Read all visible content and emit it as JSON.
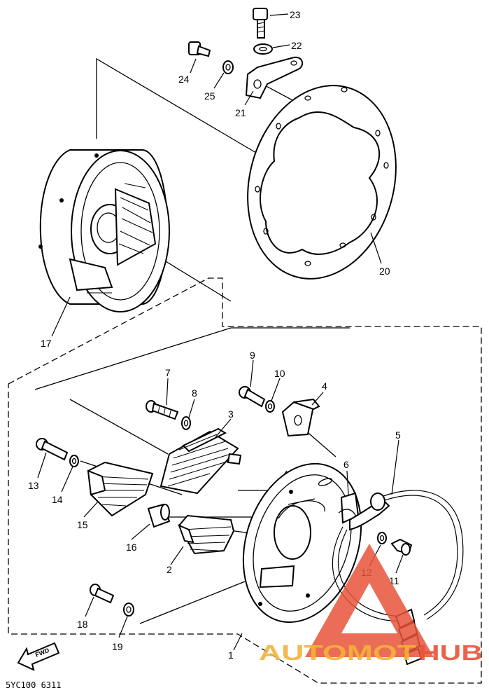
{
  "callouts": {
    "c1": "1",
    "c2": "2",
    "c3": "3",
    "c4": "4",
    "c5": "5",
    "c6": "6",
    "c7": "7",
    "c8": "8",
    "c9": "9",
    "c10": "10",
    "c11": "11",
    "c12": "12",
    "c13": "13",
    "c14": "14",
    "c15": "15",
    "c16": "16",
    "c17": "17",
    "c18": "18",
    "c19": "19",
    "c20": "20",
    "c21": "21",
    "c22": "22",
    "c23": "23",
    "c24": "24",
    "c25": "25"
  },
  "diagram_code": "5YC100 6311",
  "fwd_label": "FWD",
  "watermark": {
    "text_auto": "AUTOMOT",
    "text_hub": "HUB",
    "color_red": "#e8533a",
    "color_gold": "#f2b33a"
  }
}
